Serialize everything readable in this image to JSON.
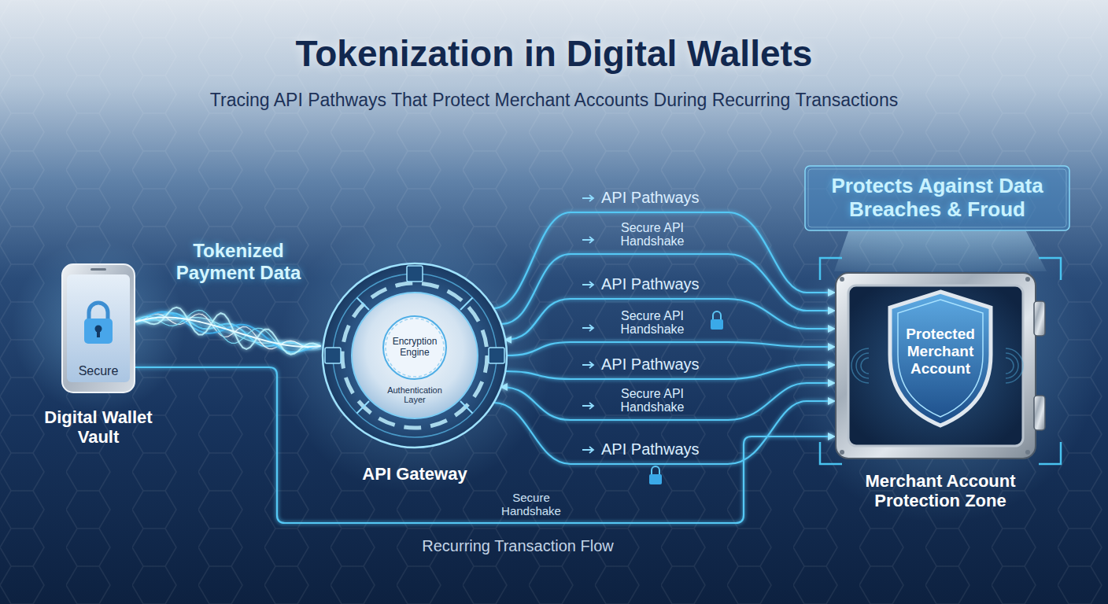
{
  "diagram": {
    "title": "Tokenization in Digital Wallets",
    "nodes": [
      {
        "text": [
          "Secure",
          "Digital Wallet Vault"
        ]
      },
      {
        "text": [
          "Authentication Layer",
          "API Gateway"
        ]
      },
      {
        "text": [
          "Encryption Engine"
        ],
        "in": 1
      },
      {
        "text": [
          "Protects Against Data Breaches & Froud"
        ]
      },
      {
        "text": [
          "Merchant Account Protection Zone"
        ]
      },
      {
        "text": [
          "Protected Merchant Account"
        ],
        "in": 4
      }
    ],
    "edges": [
      {
        "from": 0,
        "to": 1,
        "label": "Tokenized Payment Data",
        "arrow": "none"
      },
      {
        "from": 1,
        "to": 4,
        "label": "API Pathways",
        "arrow": "to"
      },
      {
        "from": 1,
        "to": 4,
        "label": "Secure API Handshake",
        "arrow": "to"
      },
      {
        "from": 1,
        "to": 4,
        "label": "API Pathways",
        "arrow": "both"
      },
      {
        "from": 1,
        "to": 4,
        "label": "Secure API Handshake",
        "arrow": "to"
      },
      {
        "from": 1,
        "to": 4,
        "label": "API Pathways",
        "arrow": "to"
      },
      {
        "from": 1,
        "to": 4,
        "label": "Secure API Handshake",
        "arrow": "both"
      },
      {
        "from": 1,
        "to": 4,
        "label": "API Pathways",
        "arrow": "to"
      },
      {
        "from": 0,
        "to": 4,
        "label": "Secure Handshake",
        "arrow": "to"
      }
    ],
    "labels": [
      "Tracing API Pathways That Protect Merchant Accounts During Recurring Transactions",
      "Recurring Transaction Flow"
    ]
  }
}
